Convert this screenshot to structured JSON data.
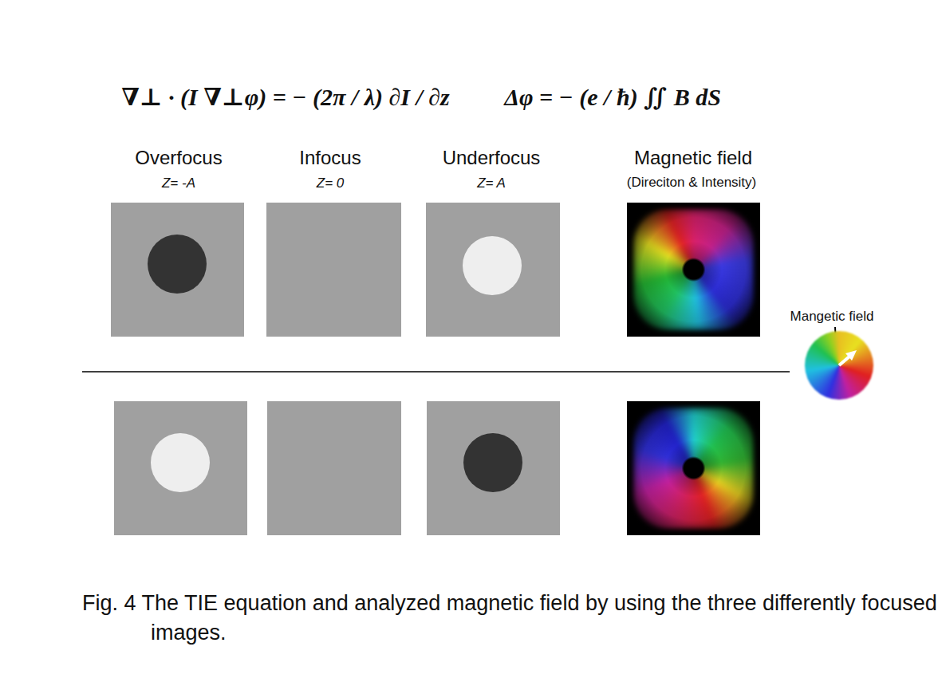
{
  "diagram": {
    "caption": "Fig. 4  The TIE equation and analyzed magnetic field by using the three differently focused images.",
    "labels": [
      "∇⊥ · (I ∇⊥φ) = − (2π / λ) ∂I / ∂z",
      "Δφ = − (e / ħ) ∬ B dS",
      "Overfocus",
      "Z= -A",
      "Infocus",
      "Z= 0",
      "Underfocus",
      "Z= A",
      "Magnetic field",
      "(Direciton & Intensity)",
      "Mangetic field"
    ]
  }
}
